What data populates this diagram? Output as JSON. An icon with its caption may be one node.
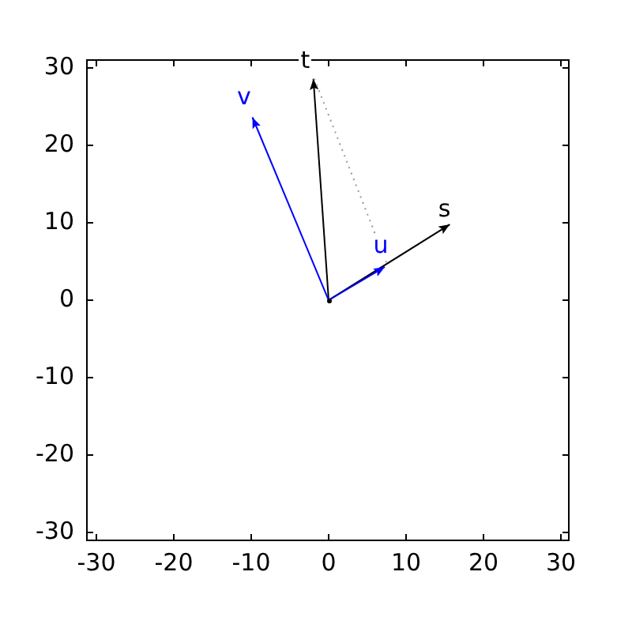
{
  "diagram": {
    "nodes": [
      {
        "text": [],
        "shape": "point"
      },
      {
        "text": [
          "s"
        ]
      },
      {
        "text": [
          "t"
        ]
      },
      {
        "text": [
          "u"
        ]
      },
      {
        "text": [
          "v"
        ]
      }
    ],
    "edges": [
      {
        "from": 0,
        "to": 1,
        "arrow": "to"
      },
      {
        "from": 0,
        "to": 2,
        "arrow": "to"
      },
      {
        "from": 0,
        "to": 3,
        "arrow": "to",
        "color": "#0000ff"
      },
      {
        "from": 0,
        "to": 4,
        "arrow": "to",
        "color": "#0000ff"
      },
      {
        "from": 2,
        "to": 3,
        "arrow": "none",
        "style": "dashed",
        "color": "#999999"
      }
    ],
    "labels": [
      "30",
      "20",
      "10",
      "0",
      "-10",
      "-20",
      "-30",
      "-30",
      "-20",
      "-10",
      "0",
      "10",
      "20",
      "30"
    ]
  }
}
